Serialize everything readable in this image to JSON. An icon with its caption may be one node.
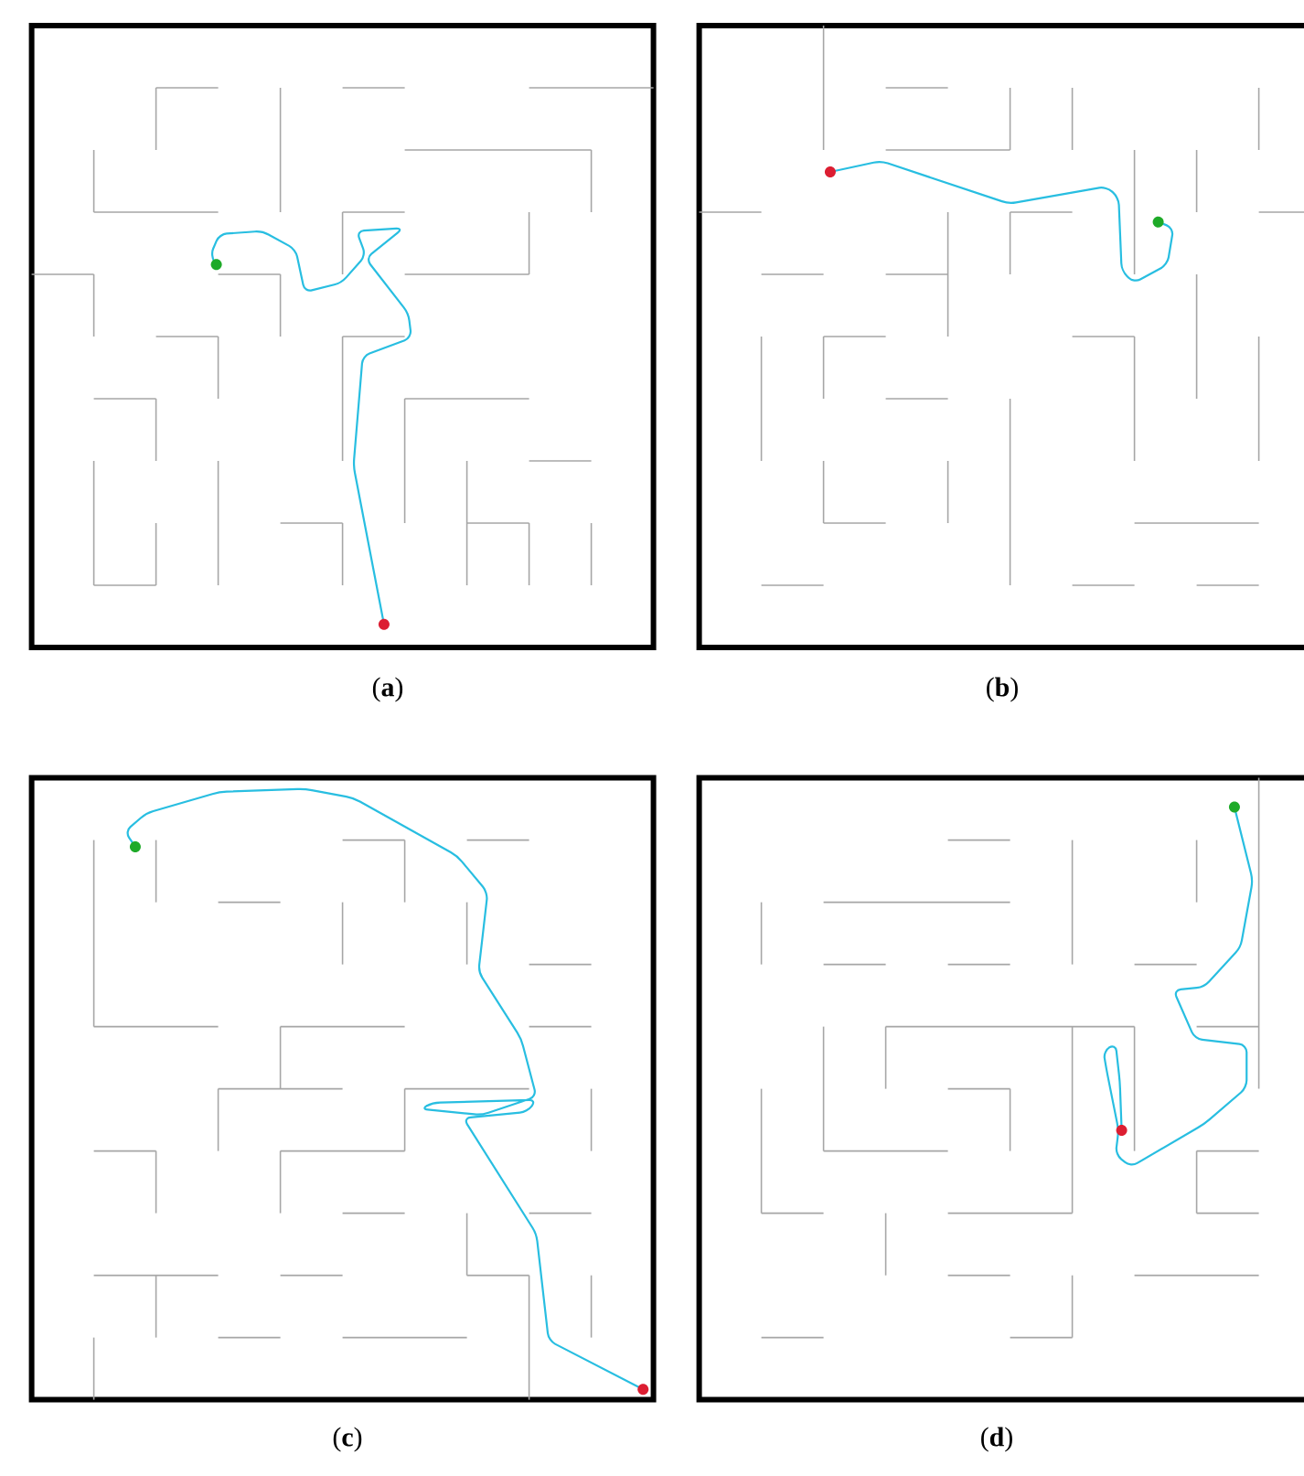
{
  "diagram": {
    "labels": [
      "(**a**)",
      "(**b**)",
      "(**c**)",
      "(**d**)"
    ]
  }
}
